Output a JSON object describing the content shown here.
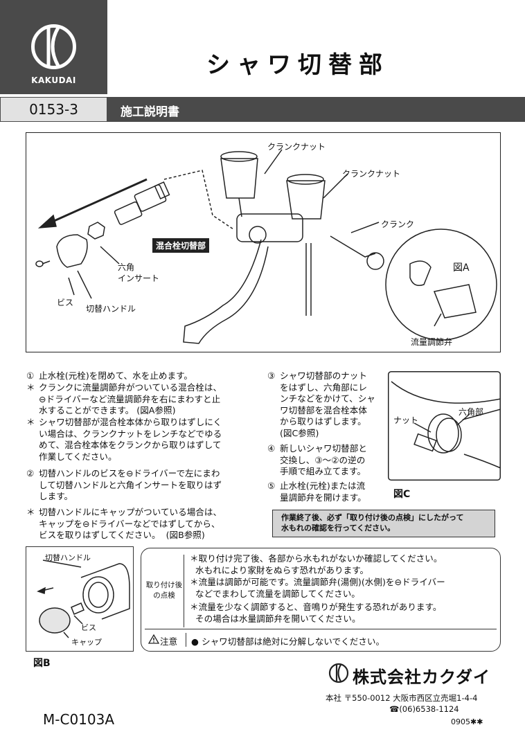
{
  "header": {
    "brand": "KAKUDAI",
    "title": "シャワ切替部",
    "code": "0153-3",
    "doc_type": "施工説明書"
  },
  "diagram": {
    "labels": {
      "crank_nut_1": "クランクナット",
      "crank_nut_2": "クランクナット",
      "crank": "クランク",
      "switch_part": "混合栓切替部",
      "hex_insert": "六角\nインサート",
      "screw": "ビス",
      "handle": "切替ハンドル",
      "fig_a": "図A",
      "flow_valve": "流量調節弁"
    }
  },
  "steps_left": [
    {
      "mark": "①",
      "text": "止水栓(元栓)を閉めて、水を止めます。"
    },
    {
      "mark": "＊",
      "text": "クランクに流量調節弁がついている混合栓は、\n⊖ドライバーなど流量調節弁を右にまわすと止\n水することができます。 (図A参照)"
    },
    {
      "mark": "＊",
      "text": "シャワ切替部が混合栓本体から取りはずしにく\nい場合は、クランクナットをレンチなどでゆる\nめて、混合栓本体をクランクから取りはずして\n作業してください。"
    },
    {
      "mark": "②",
      "text": "切替ハンドルのビスを⊖ドライバーで左にまわ\nして切替ハンドルと六角インサートを取りはず\nします。"
    },
    {
      "mark": "＊",
      "text": "切替ハンドルにキャップがついている場合は、\nキャップを⊖ドライバーなどではずしてから、\nビスを取りはずしてください。  (図B参照)"
    }
  ],
  "steps_right": [
    {
      "mark": "③",
      "text": "シャワ切替部のナット\nをはずし、六角部にレ\nンチなどをかけて、シャ\nワ切替部を混合栓本体\nから取りはずします。\n(図C参照)"
    },
    {
      "mark": "④",
      "text": "新しいシャワ切替部と\n交換し、③〜②の逆の\n手順で組み立てます。"
    },
    {
      "mark": "⑤",
      "text": "止水栓(元栓)または流\n量調節弁を開けます。"
    }
  ],
  "fig_c": {
    "nut": "ナット",
    "hex": "六角部",
    "caption": "図C"
  },
  "notice": "作業終了後、必ず「取り付け後の点検」にしたがって\n水もれの確認を行ってください。",
  "fig_b": {
    "handle": "切替ハンドル",
    "screw": "ビス",
    "cap": "キャップ",
    "caption": "図B"
  },
  "checklist": {
    "label": "取り付け後\nの点検",
    "items": [
      "＊取り付け完了後、各部から水もれがないか確認してください。\n  水もれにより家財をぬらす恐れがあります。",
      "＊流量は調節が可能です。流量調節弁(湯側)(水側)を⊖ドライバー\n  などでまわして流量を調節してください。",
      "＊流量を少なく調節すると、音鳴りが発生する恐れがあります。\n  その場合は水量調節弁を開いてください。"
    ],
    "caution_label": "注意",
    "caution_text": "● シャワ切替部は絶対に分解しないでください。"
  },
  "footer": {
    "company": "株式会社カクダイ",
    "address": "本社 〒550-0012 大阪市西区立売堀1-4-4",
    "phone": "☎(06)6538-1124",
    "doc_number": "M-C0103A",
    "revision": "0905✱✱"
  }
}
